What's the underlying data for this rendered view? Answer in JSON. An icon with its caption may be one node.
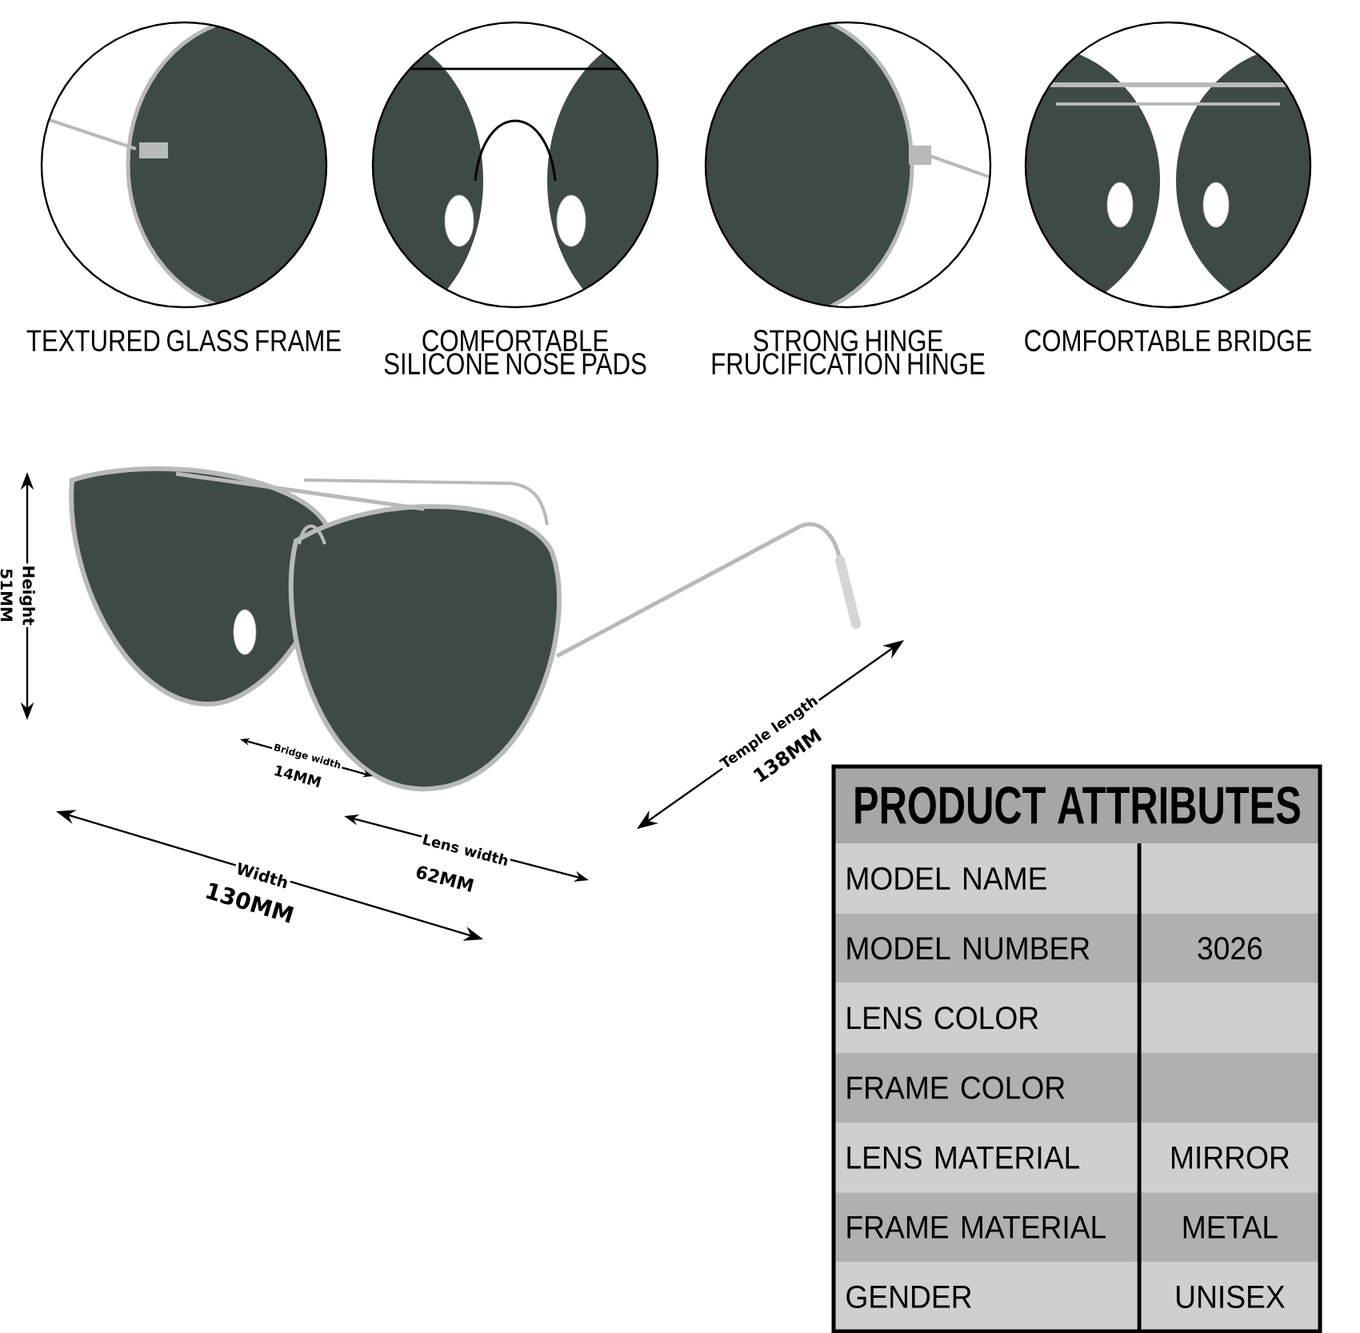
{
  "diagram": {
    "nodes": [
      {
        "text": [
          "TEXTURED GLASS FRAME"
        ]
      },
      {
        "text": [
          "COMFORTABLE SILICONE NOSE PADS"
        ]
      },
      {
        "text": [
          "STRONG HINGE FRUCIFICATION HINGE"
        ]
      },
      {
        "text": [
          "COMFORTABLE BRIDGE"
        ]
      }
    ],
    "labels": [
      "Height",
      "51MM",
      "Bridge width",
      "14MM",
      "Lens width",
      "62MM",
      "Width",
      "130MM",
      "Temple length",
      "138MM",
      "PRODUCT ATTRIBUTES",
      "MODEL NAME",
      "MODEL NUMBER",
      "3026",
      "LENS COLOR",
      "FRAME COLOR",
      "LENS MATERIAL",
      "MIRROR",
      "FRAME MATERIAL",
      "METAL",
      "GENDER",
      "UNISEX"
    ]
  }
}
